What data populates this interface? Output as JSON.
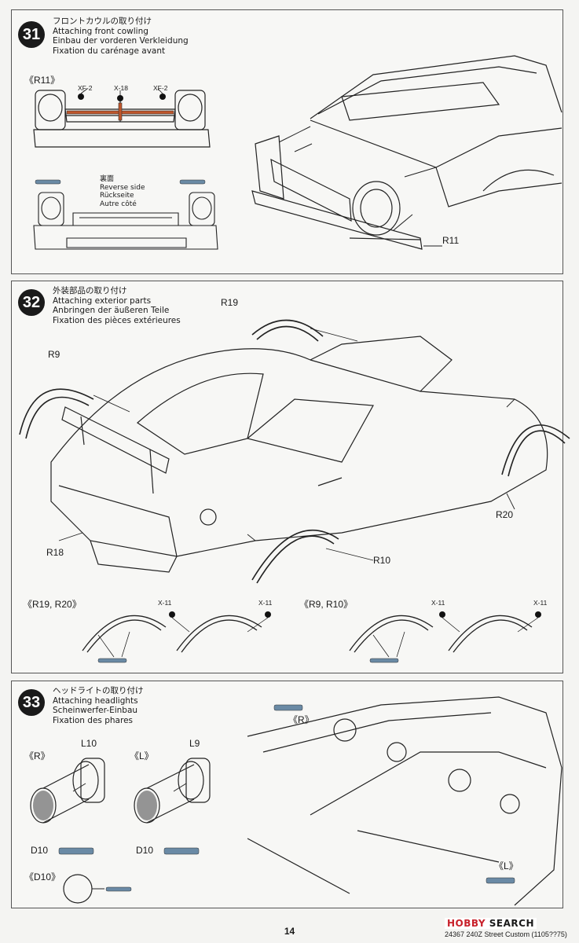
{
  "steps": [
    {
      "number": "31",
      "titles": [
        "フロントカウルの取り付け",
        "Attaching front cowling",
        "Einbau der vorderen Verkleidung",
        "Fixation du carénage avant"
      ],
      "detail_label": "《R11》",
      "callouts": {
        "xf2_left": "XF-2",
        "x18": "X-18",
        "xf2_right": "XF-2"
      },
      "reverse_titles": [
        "裏面",
        "Reverse side",
        "Rückseite",
        "Autre côté"
      ],
      "part_label": "R11"
    },
    {
      "number": "32",
      "titles": [
        "外装部品の取り付け",
        "Attaching exterior parts",
        "Anbringen der äußeren Teile",
        "Fixation des pièces extérieures"
      ],
      "parts": {
        "r19": "R19",
        "r9": "R9",
        "r18": "R18",
        "r10": "R10",
        "r20": "R20"
      },
      "detail_left": "《R19, R20》",
      "detail_right": "《R9, R10》",
      "x11": "X-11"
    },
    {
      "number": "33",
      "titles": [
        "ヘッドライトの取り付け",
        "Attaching headlights",
        "Scheinwerfer-Einbau",
        "Fixation des phares"
      ],
      "right_marker": "《R》",
      "left_marker": "《L》",
      "parts": {
        "l10": "L10",
        "l9": "L9",
        "d10": "D10"
      },
      "d10_detail": "《D10》",
      "r_car": "《R》",
      "l_car": "《L》"
    }
  ],
  "footer": {
    "page_number": "14",
    "product_code": "24367 240Z Street Custom (1105??75)",
    "watermark_hobby": "HOBBY",
    "watermark_search": "SEARCH"
  }
}
